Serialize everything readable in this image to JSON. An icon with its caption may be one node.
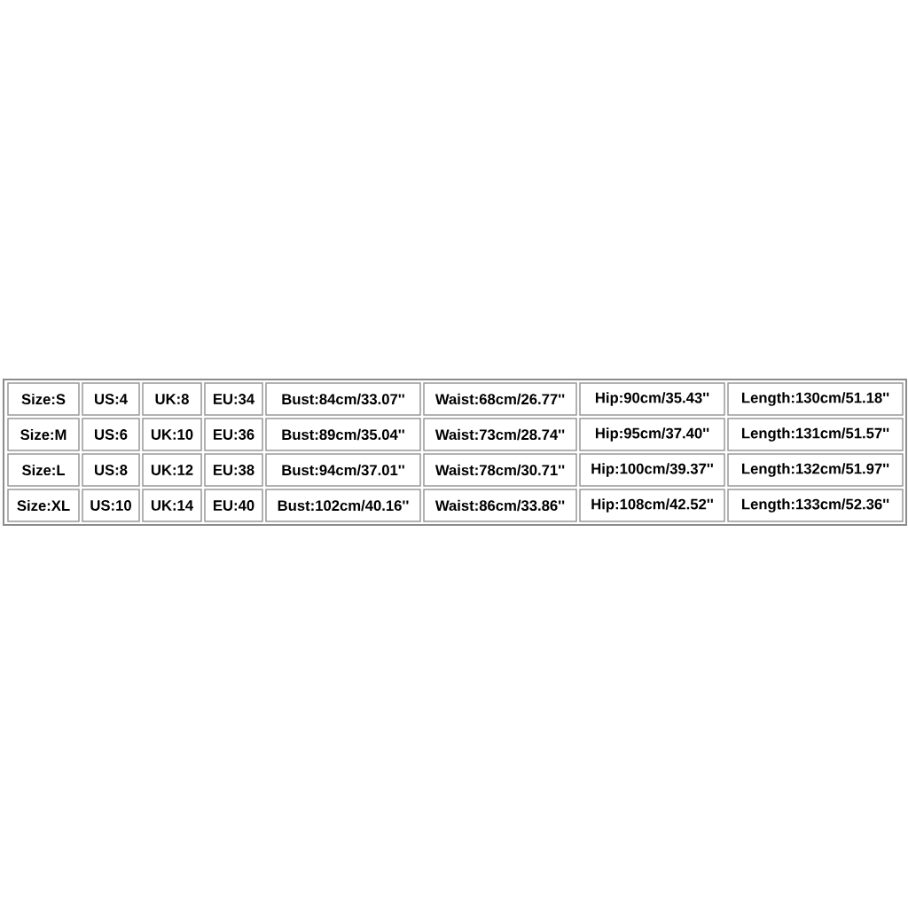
{
  "diagram": {
    "labels": [
      "Size:S",
      "US:4",
      "UK:8",
      "EU:34",
      "Bust:84cm/33.07''",
      "Waist:68cm/26.77''",
      "Hip:90cm/35.43''",
      "Length:130cm/51.18''",
      "Size:M",
      "US:6",
      "UK:10",
      "EU:36",
      "Bust:89cm/35.04''",
      "Waist:73cm/28.74''",
      "Hip:95cm/37.40''",
      "Length:131cm/51.57''",
      "Size:L",
      "US:8",
      "UK:12",
      "EU:38",
      "Bust:94cm/37.01''",
      "Waist:78cm/30.71''",
      "Hip:100cm/39.37''",
      "Length:132cm/51.97''",
      "Size:XL",
      "US:10",
      "UK:14",
      "EU:40",
      "Bust:102cm/40.16''",
      "Waist:86cm/33.86''",
      "Hip:108cm/42.52''",
      "Length:133cm/52.36''"
    ]
  }
}
